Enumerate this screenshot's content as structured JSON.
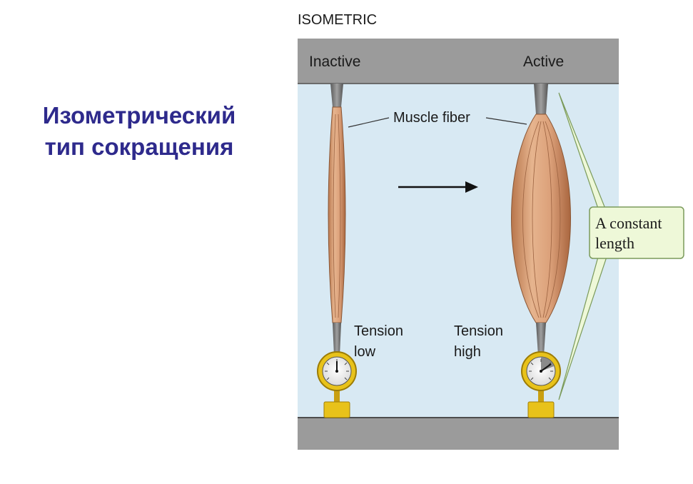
{
  "slide": {
    "title_line1": "Изометрический",
    "title_line2": "тип сокращения"
  },
  "figure": {
    "heading": "ISOMETRIC",
    "inactive_label": "Inactive",
    "active_label": "Active",
    "muscle_fiber_label": "Muscle fiber",
    "tension_low_line1": "Tension",
    "tension_low_line2": "low",
    "tension_high_line1": "Tension",
    "tension_high_line2": "high",
    "callout_line1": "A constant",
    "callout_line2": "length",
    "icons": [
      "arrow-right-icon",
      "tension-gauge-icon"
    ],
    "colors": {
      "title": "#2e2a8c",
      "background_panel": "#d8e9f3",
      "bars": "#9a9a9a",
      "muscle": "#d9a27a",
      "gauge": "#e8c21a",
      "callout": "#eef8d8"
    }
  }
}
